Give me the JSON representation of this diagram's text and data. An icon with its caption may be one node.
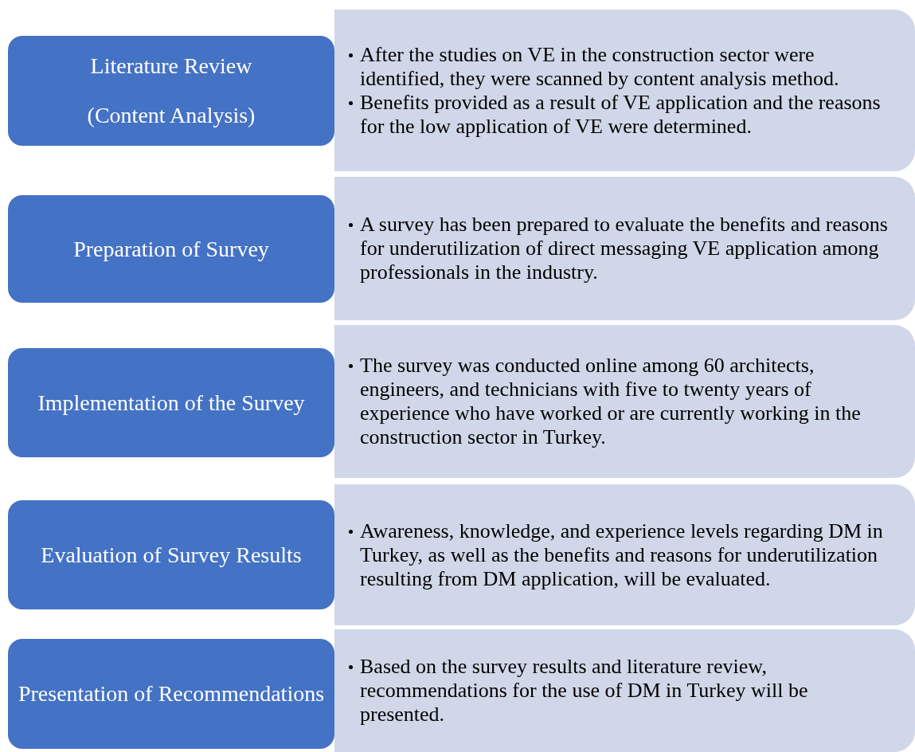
{
  "diagram": {
    "nodes": [
      {
        "text": [
          "Literature  Review",
          "(Content Analysis)"
        ]
      },
      {
        "text": [
          "After the studies on VE in the construction sector were identified, they were scanned by content analysis method.",
          "Benefits provided as a result of VE application and the reasons for the low application of VE were determined."
        ]
      },
      {
        "text": [
          "Preparation of Survey"
        ]
      },
      {
        "text": [
          "A survey has been prepared to evaluate the benefits and reasons for underutilization of direct messaging VE application among professionals in the industry."
        ]
      },
      {
        "text": [
          "Implementation of the Survey"
        ]
      },
      {
        "text": [
          "The survey was conducted online among 60 architects, engineers, and technicians with five to twenty years of experience who have worked or are currently working in the construction sector in Turkey."
        ]
      },
      {
        "text": [
          "Evaluation of Survey Results"
        ]
      },
      {
        "text": [
          "Awareness, knowledge, and experience levels regarding DM in Turkey, as well as the benefits and reasons for underutilization resulting from DM application, will be evaluated."
        ]
      },
      {
        "text": [
          "Presentation of Recommendations"
        ]
      },
      {
        "text": [
          "Based on the survey results and literature review, recommendations for the use of DM in Turkey will be presented."
        ]
      }
    ]
  }
}
